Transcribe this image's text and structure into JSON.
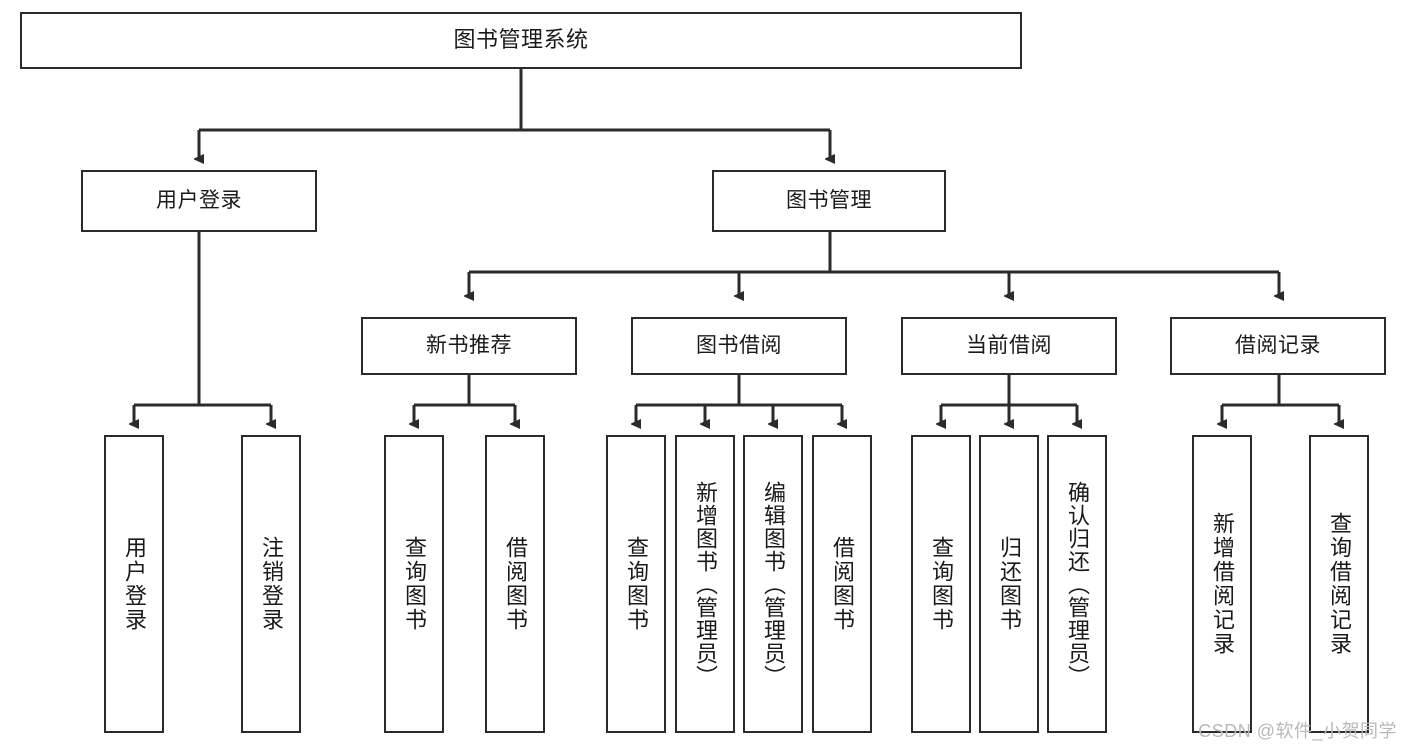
{
  "diagram": {
    "title": "图书管理系统",
    "type": "tree",
    "orientation": "top-down",
    "colors": {
      "box_border": "#2b2b2b",
      "box_fill": "#ffffff",
      "connector": "#2b2b2b",
      "text": "#1a1a1a",
      "watermark": "#b9b9b9",
      "background": "#ffffff"
    },
    "root": {
      "id": "root",
      "label": "图书管理系统"
    },
    "level2": [
      {
        "id": "user-login",
        "label": "用户登录"
      },
      {
        "id": "book-manage",
        "label": "图书管理"
      }
    ],
    "level3": [
      {
        "id": "new-book-rec",
        "label": "新书推荐",
        "parent": "book-manage"
      },
      {
        "id": "book-borrow",
        "label": "图书借阅",
        "parent": "book-manage"
      },
      {
        "id": "current-borrow",
        "label": "当前借阅",
        "parent": "book-manage"
      },
      {
        "id": "borrow-record",
        "label": "借阅记录",
        "parent": "book-manage"
      }
    ],
    "leaves": [
      {
        "id": "leaf-user-login",
        "label": "用户登录",
        "parent": "user-login"
      },
      {
        "id": "leaf-logout",
        "label": "注销登录",
        "parent": "user-login"
      },
      {
        "id": "leaf-query-book-1",
        "label": "查询图书",
        "parent": "new-book-rec"
      },
      {
        "id": "leaf-borrow-book-1",
        "label": "借阅图书",
        "parent": "new-book-rec"
      },
      {
        "id": "leaf-query-book-2",
        "label": "查询图书",
        "parent": "book-borrow"
      },
      {
        "id": "leaf-add-book",
        "label": "新增图书（管理员）",
        "parent": "book-borrow"
      },
      {
        "id": "leaf-edit-book",
        "label": "编辑图书（管理员）",
        "parent": "book-borrow"
      },
      {
        "id": "leaf-borrow-book-2",
        "label": "借阅图书",
        "parent": "book-borrow"
      },
      {
        "id": "leaf-query-book-3",
        "label": "查询图书",
        "parent": "current-borrow"
      },
      {
        "id": "leaf-return-book",
        "label": "归还图书",
        "parent": "current-borrow"
      },
      {
        "id": "leaf-confirm-return",
        "label": "确认归还（管理员）",
        "parent": "current-borrow"
      },
      {
        "id": "leaf-add-record",
        "label": "新增借阅记录",
        "parent": "borrow-record"
      },
      {
        "id": "leaf-query-record",
        "label": "查询借阅记录",
        "parent": "borrow-record"
      }
    ],
    "watermark": "CSDN @软件_小贺同学"
  }
}
